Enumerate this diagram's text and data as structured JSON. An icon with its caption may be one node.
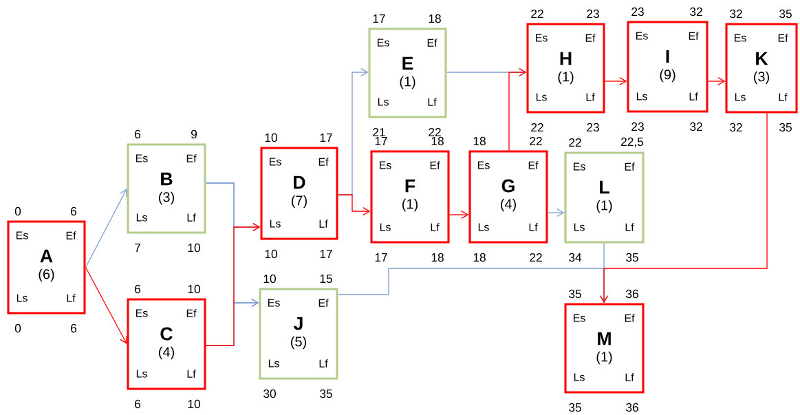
{
  "diagram": {
    "nodes": [
      {
        "text": [
          "Es",
          "Ef",
          "A",
          "(6)",
          "Ls",
          "Lf"
        ],
        "beside": [
          "0",
          "6",
          "0",
          "6"
        ]
      },
      {
        "text": [
          "Es",
          "Ef",
          "B",
          "(3)",
          "Ls",
          "Lf"
        ],
        "beside": [
          "6",
          "9",
          "7",
          "10"
        ]
      },
      {
        "text": [
          "Es",
          "Ef",
          "C",
          "(4)",
          "Ls",
          "Lf"
        ],
        "beside": [
          "6",
          "10",
          "6",
          "10"
        ]
      },
      {
        "text": [
          "Es",
          "Ef",
          "D",
          "(7)",
          "Ls",
          "Lf"
        ],
        "beside": [
          "10",
          "17",
          "10",
          "17"
        ]
      },
      {
        "text": [
          "Es",
          "Ef",
          "J",
          "(5)",
          "Ls",
          "Lf"
        ],
        "beside": [
          "10",
          "15",
          "30",
          "35"
        ]
      },
      {
        "text": [
          "Es",
          "Ef",
          "E",
          "(1)",
          "Ls",
          "Lf"
        ],
        "beside": [
          "17",
          "18",
          "21",
          "22"
        ]
      },
      {
        "text": [
          "Es",
          "Ef",
          "F",
          "(1)",
          "Ls",
          "Lf"
        ],
        "beside": [
          "17",
          "18",
          "17",
          "18"
        ]
      },
      {
        "text": [
          "Es",
          "Ef",
          "G",
          "(4)",
          "Ls",
          "Lf"
        ],
        "beside": [
          "18",
          "22",
          "18",
          "22"
        ]
      },
      {
        "text": [
          "Es",
          "Ef",
          "H",
          "(1)",
          "Ls",
          "Lf"
        ],
        "beside": [
          "22",
          "23",
          "22",
          "23"
        ]
      },
      {
        "text": [
          "Es",
          "Ef",
          "I",
          "(9)",
          "Ls",
          "Lf"
        ],
        "beside": [
          "23",
          "32",
          "23",
          "32"
        ]
      },
      {
        "text": [
          "Es",
          "Ef",
          "K",
          "(3)",
          "Ls",
          "Lf"
        ],
        "beside": [
          "32",
          "35",
          "32",
          "35"
        ]
      },
      {
        "text": [
          "Es",
          "Ef",
          "L",
          "(1)",
          "Ls",
          "Lf"
        ],
        "beside": [
          "22",
          "22,5",
          "34",
          "35"
        ]
      },
      {
        "text": [
          "Es",
          "Ef",
          "M",
          "(1)",
          "Ls",
          "Lf"
        ],
        "beside": [
          "35",
          "36",
          "35",
          "36"
        ]
      }
    ],
    "edges": [
      {
        "from": 0,
        "to": 1,
        "arrow": "to",
        "color": "#7f9fd3"
      },
      {
        "from": 0,
        "to": 2,
        "arrow": "to",
        "color": "#ff0000"
      },
      {
        "from": 1,
        "to": 3,
        "arrow": "to",
        "color": "#7f9fd3"
      },
      {
        "from": 1,
        "to": 4,
        "arrow": "to",
        "color": "#7f9fd3"
      },
      {
        "from": 2,
        "to": 3,
        "arrow": "to",
        "color": "#ff0000"
      },
      {
        "from": 2,
        "to": 4,
        "arrow": "to",
        "color": "#7f9fd3"
      },
      {
        "from": 3,
        "to": 5,
        "arrow": "to",
        "color": "#7f9fd3"
      },
      {
        "from": 3,
        "to": 6,
        "arrow": "to",
        "color": "#ff0000"
      },
      {
        "from": 5,
        "to": 8,
        "arrow": "to",
        "color": "#7f9fd3"
      },
      {
        "from": 6,
        "to": 7,
        "arrow": "to",
        "color": "#ff0000"
      },
      {
        "from": 7,
        "to": 8,
        "arrow": "to",
        "color": "#ff0000"
      },
      {
        "from": 7,
        "to": 11,
        "arrow": "to",
        "color": "#7f9fd3"
      },
      {
        "from": 8,
        "to": 9,
        "arrow": "to",
        "color": "#ff0000"
      },
      {
        "from": 9,
        "to": 10,
        "arrow": "to",
        "color": "#ff0000"
      },
      {
        "from": 10,
        "to": 12,
        "arrow": "to",
        "color": "#ff0000"
      },
      {
        "from": 11,
        "to": 12,
        "arrow": "to",
        "color": "#7f9fd3"
      },
      {
        "from": 4,
        "to": 12,
        "arrow": "to",
        "color": "#7f9fd3"
      }
    ]
  }
}
